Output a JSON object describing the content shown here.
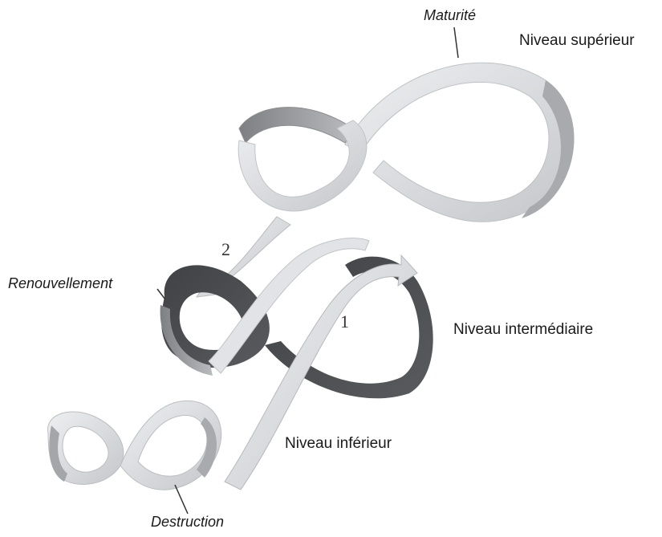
{
  "labels": {
    "maturity": "Maturité",
    "top_level": "Niveau supérieur",
    "renewal": "Renouvellement",
    "middle_level": "Niveau intermédiaire",
    "bottom_level": "Niveau inférieur",
    "destruction": "Destruction",
    "step_1": "1",
    "step_2": "2"
  },
  "colors": {
    "band_light": "#e4e6e9",
    "band_mid": "#9a9c9f",
    "band_dark": "#46484b",
    "text": "#1a1a1a"
  }
}
